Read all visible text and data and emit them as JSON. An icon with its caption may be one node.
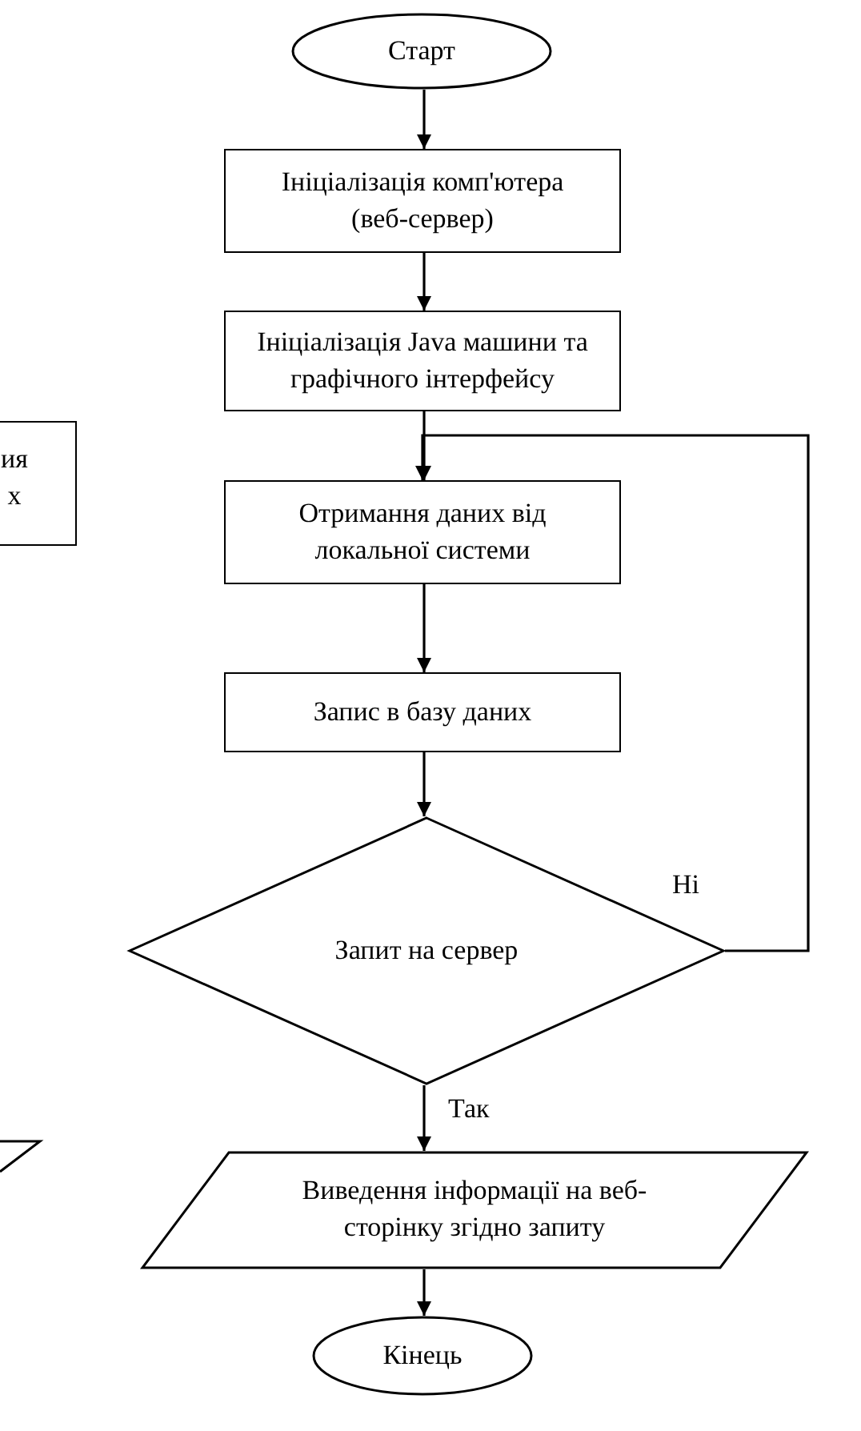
{
  "diagram": {
    "nodes": [
      {
        "text": [
          "Старт"
        ]
      },
      {
        "text": [
          "Ініціалізація комп'ютера (веб-сервер)"
        ]
      },
      {
        "text": [
          "Ініціалізація Java машини та графічного інтерфейсу"
        ]
      },
      {
        "text": [
          "ия х"
        ]
      },
      {
        "text": [
          "Отримання даних від локальної системи"
        ]
      },
      {
        "text": [
          "Запис в базу даних"
        ]
      },
      {
        "text": [
          "Запит на сервер"
        ]
      },
      {
        "text": [],
        "shape": "parallelogram"
      },
      {
        "text": [
          "Виведення інформації на веб-сторінку згідно запиту"
        ]
      },
      {
        "text": [
          "Кінець"
        ]
      }
    ],
    "edges": [
      {
        "from": 0,
        "to": 1,
        "arrow": "to"
      },
      {
        "from": 1,
        "to": 2,
        "arrow": "to"
      },
      {
        "from": 2,
        "to": 4,
        "arrow": "to"
      },
      {
        "from": 4,
        "to": 5,
        "arrow": "to"
      },
      {
        "from": 5,
        "to": 6,
        "arrow": "to"
      },
      {
        "from": 6,
        "to": 8,
        "label": "Так",
        "arrow": "to"
      },
      {
        "from": 6,
        "to": 4,
        "label": "Ні",
        "arrow": "to"
      },
      {
        "from": 8,
        "to": 9,
        "arrow": "to"
      }
    ]
  }
}
